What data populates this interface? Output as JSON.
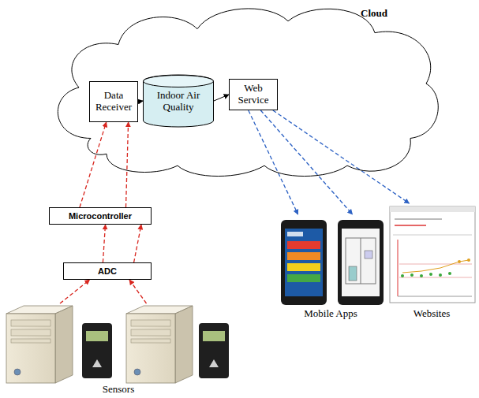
{
  "diagram": {
    "nodes": [
      {
        "text": [
          "Cloud"
        ]
      },
      {
        "text": [
          "Data Receiver"
        ],
        "in": 0
      },
      {
        "text": [
          "Indoor Air Quality"
        ],
        "in": 0
      },
      {
        "text": [
          "Web Service"
        ],
        "in": 0
      },
      {
        "text": [
          "Microcontroller"
        ]
      },
      {
        "text": [
          "ADC"
        ]
      },
      {
        "text": [
          "Sensors"
        ]
      },
      {
        "text": [
          "Mobile Apps"
        ]
      },
      {
        "text": [
          "Websites"
        ]
      }
    ],
    "edges": [
      {
        "from": 1,
        "to": 2,
        "arrow": "to"
      },
      {
        "from": 2,
        "to": 3,
        "arrow": "to"
      },
      {
        "from": 4,
        "to": 1,
        "arrow": "to"
      },
      {
        "from": 4,
        "to": 1,
        "arrow": "to"
      },
      {
        "from": 5,
        "to": 4,
        "arrow": "to"
      },
      {
        "from": 5,
        "to": 4,
        "arrow": "to"
      },
      {
        "from": 6,
        "to": 5,
        "arrow": "to"
      },
      {
        "from": 6,
        "to": 5,
        "arrow": "to"
      },
      {
        "from": 3,
        "to": 7,
        "arrow": "to"
      },
      {
        "from": 3,
        "to": 7,
        "arrow": "to"
      },
      {
        "from": 3,
        "to": 8,
        "arrow": "to"
      }
    ]
  }
}
